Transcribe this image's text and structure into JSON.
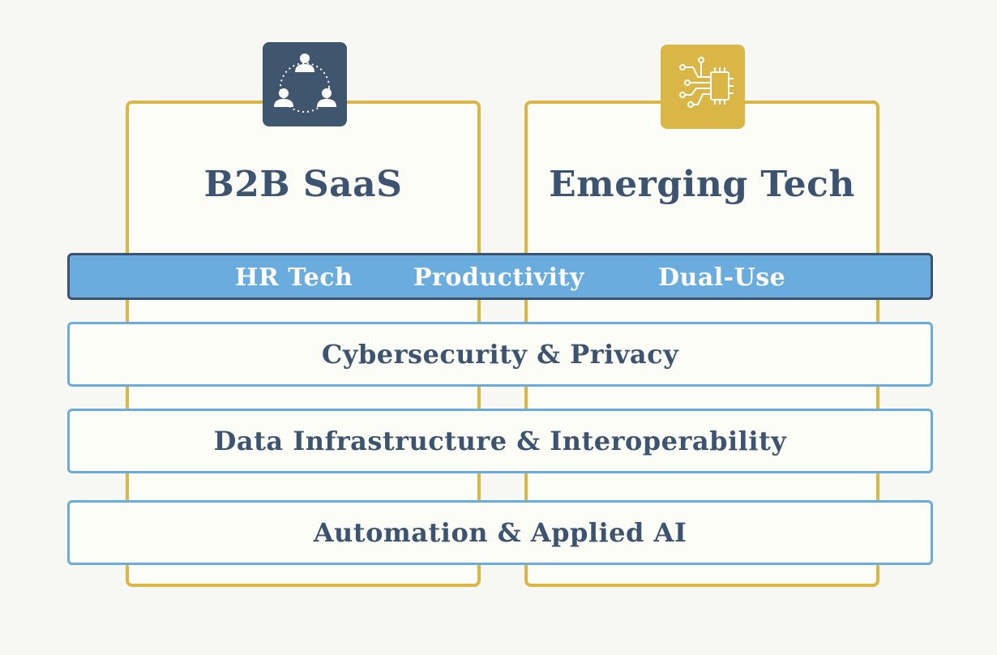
{
  "pillars": [
    {
      "title": "B2B SaaS",
      "icon": "team-network-icon",
      "color": "#40566f"
    },
    {
      "title": "Emerging Tech",
      "icon": "circuit-chip-icon",
      "color": "#d9b646"
    }
  ],
  "verticals_band": {
    "items": [
      "HR Tech",
      "Productivity",
      "Dual-Use"
    ],
    "color": "#6aacdd"
  },
  "horizontal_themes": [
    "Cybersecurity & Privacy",
    "Data Infrastructure & Interoperability",
    "Automation & Applied AI"
  ],
  "colors": {
    "pillar_border": "#d9b646",
    "text": "#3d5470",
    "theme_border": "#6aacdd",
    "background": "#f7f7f4"
  }
}
